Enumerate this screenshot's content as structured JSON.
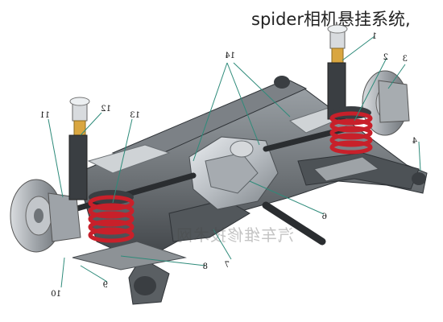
{
  "title": "spider相机悬挂系统,",
  "watermark": "汽车维修技术网",
  "callouts": [
    {
      "id": "1",
      "label": "1"
    },
    {
      "id": "2",
      "label": "2"
    },
    {
      "id": "3",
      "label": "3"
    },
    {
      "id": "4",
      "label": "4"
    },
    {
      "id": "6",
      "label": "6"
    },
    {
      "id": "7",
      "label": "7"
    },
    {
      "id": "8",
      "label": "8"
    },
    {
      "id": "9",
      "label": "9"
    },
    {
      "id": "10",
      "label": "10"
    },
    {
      "id": "11",
      "label": "11"
    },
    {
      "id": "12",
      "label": "12"
    },
    {
      "id": "13",
      "label": "13"
    },
    {
      "id": "14",
      "label": "14"
    }
  ],
  "colors": {
    "spring": "#c8202a",
    "frame": "#6f7478",
    "frame_dark": "#45494d",
    "metal_light": "#c9cdd1",
    "leader": "#2e8b7a"
  }
}
